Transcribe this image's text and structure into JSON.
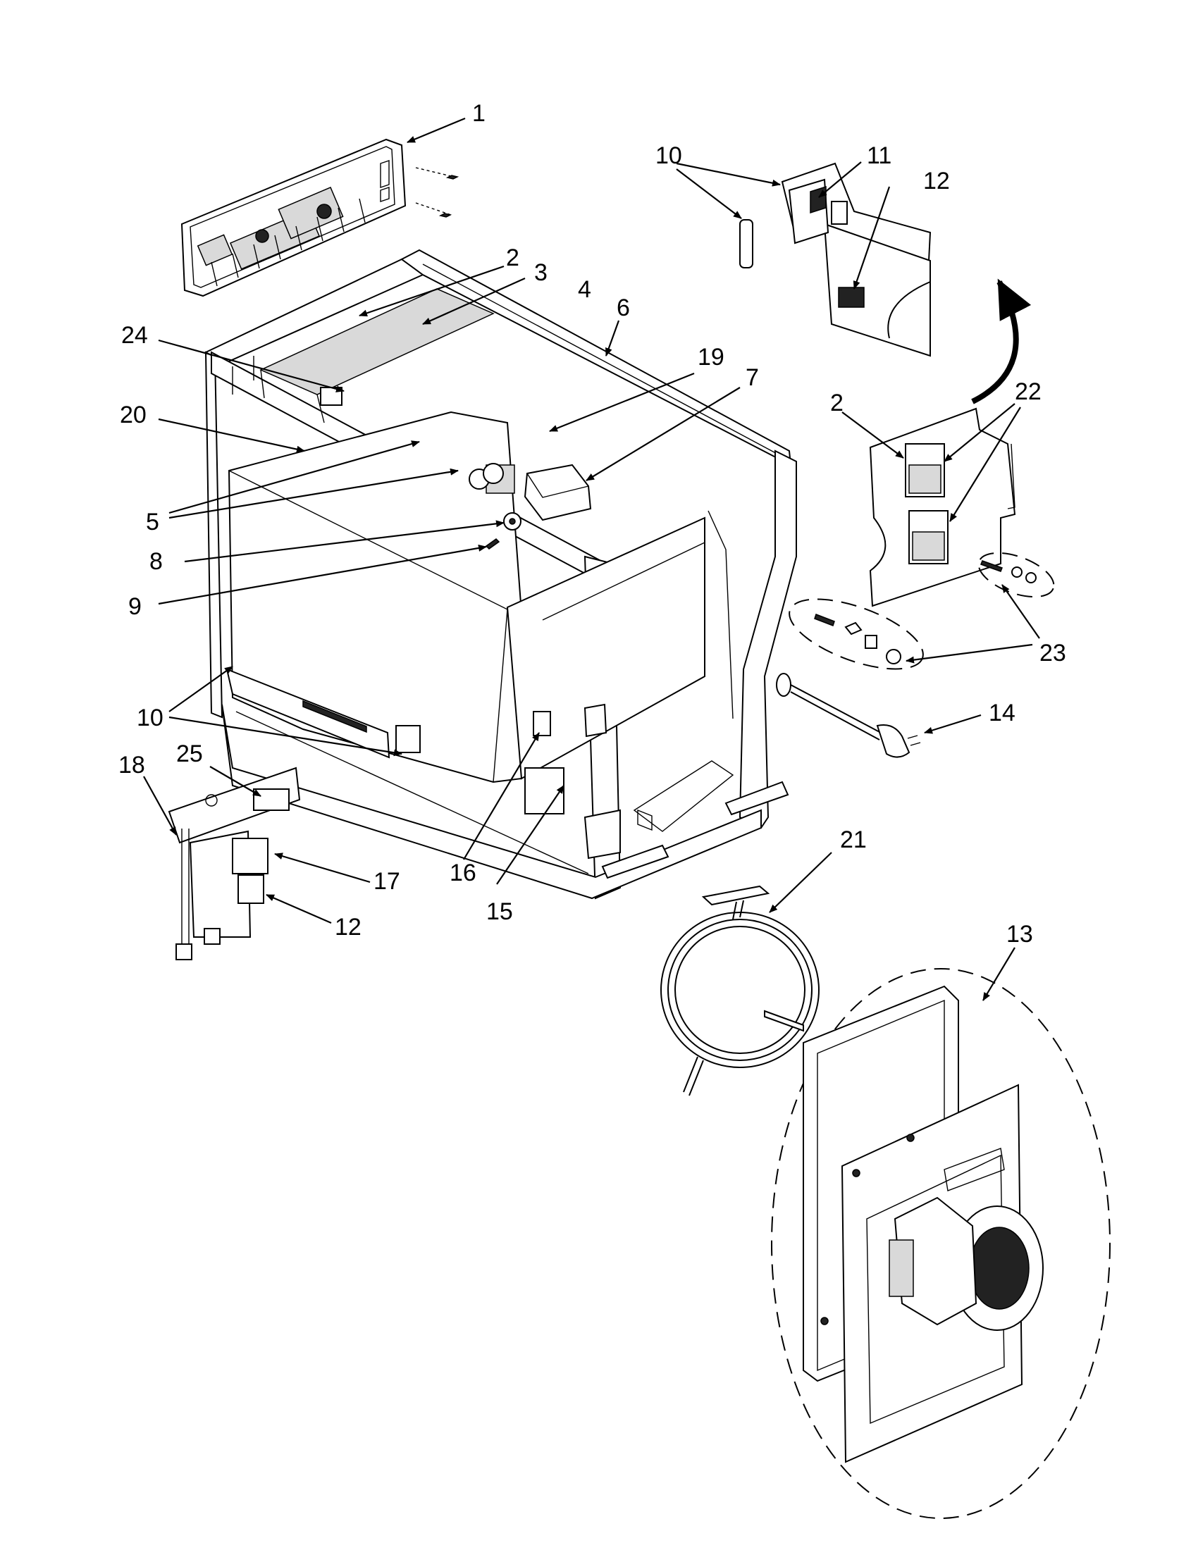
{
  "labels": [
    "1",
    "2",
    "3",
    "4",
    "6",
    "24",
    "20",
    "19",
    "7",
    "5",
    "8",
    "9",
    "10",
    "18",
    "25",
    "17",
    "12",
    "16",
    "15",
    "14",
    "21",
    "13",
    "11",
    "22",
    "23"
  ],
  "callouts": {
    "n1": "1",
    "n2a": "2",
    "n3": "3",
    "n4": "4",
    "n6": "6",
    "n24": "24",
    "n20": "20",
    "n19": "19",
    "n7": "7",
    "n5": "5",
    "n8": "8",
    "n9": "9",
    "n10a": "10",
    "n18": "18",
    "n25": "25",
    "n17": "17",
    "n12a": "12",
    "n16": "16",
    "n15": "15",
    "n14": "14",
    "n21": "21",
    "n13": "13",
    "n10b": "10",
    "n11": "11",
    "n12b": "12",
    "n2b": "2",
    "n22": "22",
    "n23": "23"
  }
}
